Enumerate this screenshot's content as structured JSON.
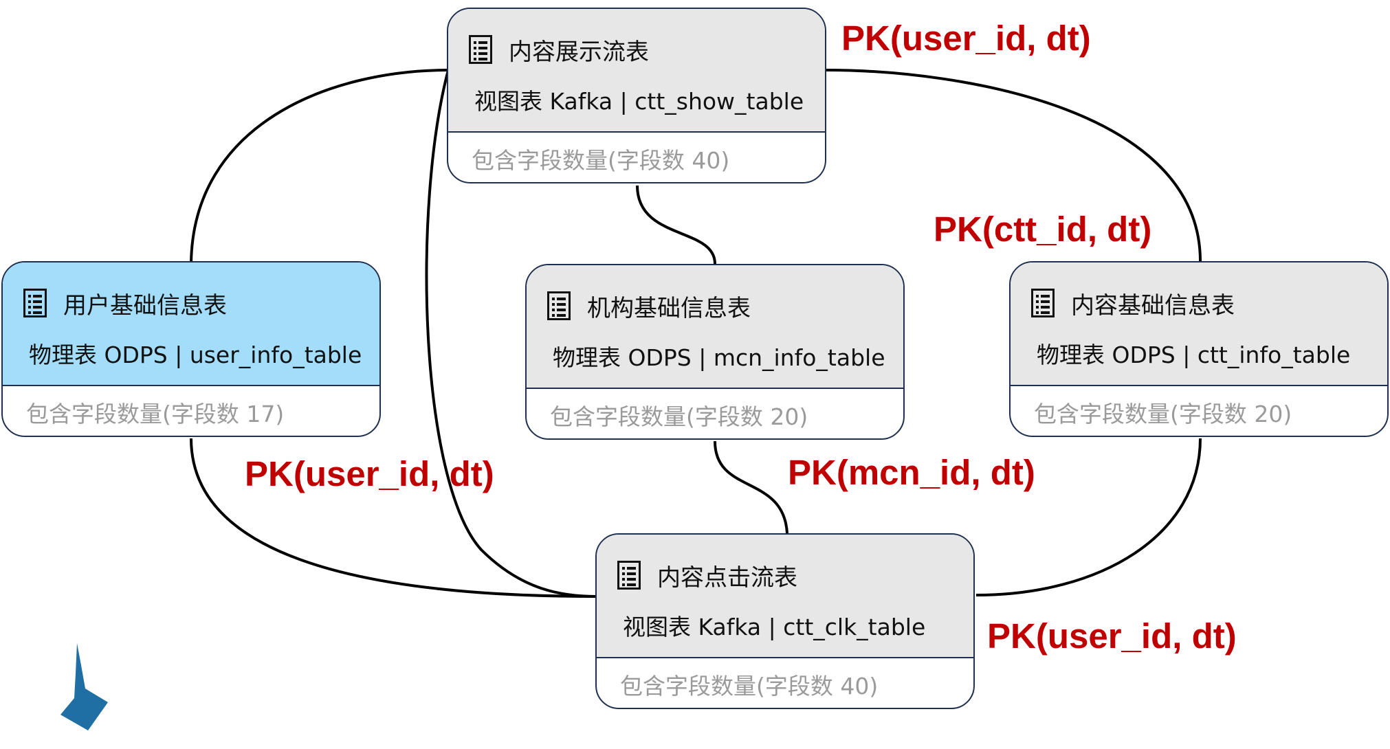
{
  "nodes": {
    "ctt_show": {
      "title": "内容展示流表",
      "subtitle": "视图表 Kafka | ctt_show_table",
      "fields": "包含字段数量(字段数 40)"
    },
    "user_info": {
      "title": "用户基础信息表",
      "subtitle": "物理表 ODPS | user_info_table",
      "fields": "包含字段数量(字段数 17)"
    },
    "mcn_info": {
      "title": "机构基础信息表",
      "subtitle": "物理表 ODPS | mcn_info_table",
      "fields": "包含字段数量(字段数 20)"
    },
    "ctt_info": {
      "title": "内容基础信息表",
      "subtitle": "物理表 ODPS | ctt_info_table",
      "fields": "包含字段数量(字段数 20)"
    },
    "ctt_clk": {
      "title": "内容点击流表",
      "subtitle": "视图表 Kafka | ctt_clk_table",
      "fields": "包含字段数量(字段数 40)"
    }
  },
  "labels": {
    "pk_top": "PK(user_id, dt)",
    "pk_ctt": "PK(ctt_id, dt)",
    "pk_left": "PK(user_id, dt)",
    "pk_mcn": "PK(mcn_id, dt)",
    "pk_bottom": "PK(user_id, dt)"
  },
  "icons": {
    "table": "table-icon",
    "arrow": "down-arrow-icon"
  },
  "colors": {
    "highlight_header": "#a3ddfa",
    "default_header": "#e7e7e7",
    "pk_text": "#c00000",
    "arrow": "#1f6fa5"
  }
}
